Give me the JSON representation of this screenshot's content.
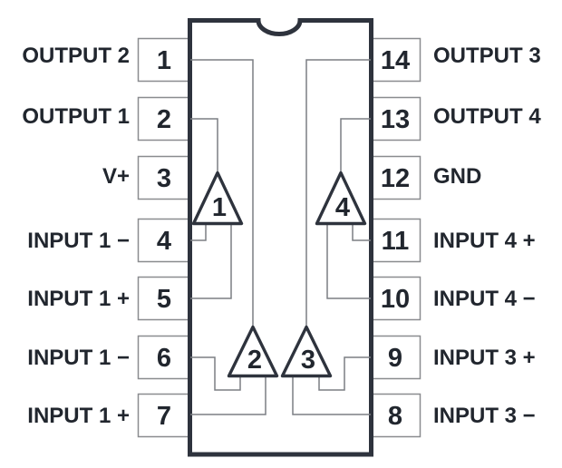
{
  "pins": {
    "left": [
      {
        "number": "1",
        "label": "OUTPUT 2"
      },
      {
        "number": "2",
        "label": "OUTPUT 1"
      },
      {
        "number": "3",
        "label": "V+"
      },
      {
        "number": "4",
        "label": "INPUT 1 −"
      },
      {
        "number": "5",
        "label": "INPUT 1 +"
      },
      {
        "number": "6",
        "label": "INPUT 1 −"
      },
      {
        "number": "7",
        "label": "INPUT 1 +"
      }
    ],
    "right": [
      {
        "number": "14",
        "label": "OUTPUT 3"
      },
      {
        "number": "13",
        "label": "OUTPUT 4"
      },
      {
        "number": "12",
        "label": "GND"
      },
      {
        "number": "11",
        "label": "INPUT 4 +"
      },
      {
        "number": "10",
        "label": "INPUT 4 −"
      },
      {
        "number": "9",
        "label": "INPUT 3 +"
      },
      {
        "number": "8",
        "label": "INPUT 3 −"
      }
    ]
  },
  "amplifiers": [
    {
      "number": "1"
    },
    {
      "number": "2"
    },
    {
      "number": "3"
    },
    {
      "number": "4"
    }
  ],
  "colors": {
    "outline": "#2e333d",
    "wire": "#7b7f84",
    "pin_box_border": "#8a8c8f",
    "text": "#21262e",
    "background": "#ffffff"
  }
}
